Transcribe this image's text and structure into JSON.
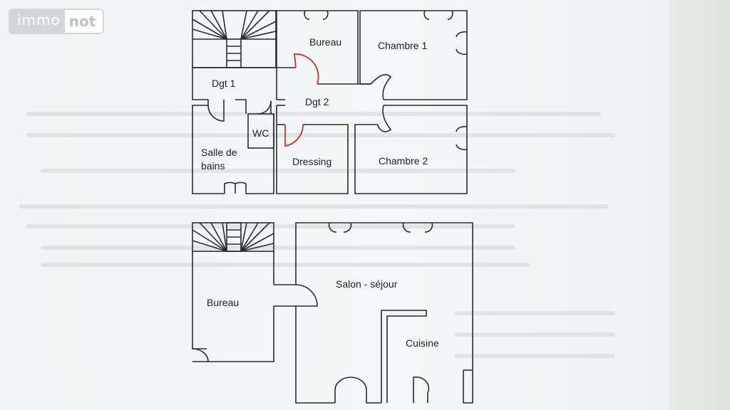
{
  "watermark": {
    "left": "immo",
    "right": "not"
  },
  "upper_floor": {
    "rooms": {
      "bureau": "Bureau",
      "chambre1": "Chambre 1",
      "dgt1": "Dgt 1",
      "dgt2": "Dgt 2",
      "wc": "WC",
      "salle_de_bains_line1": "Salle de",
      "salle_de_bains_line2": "bains",
      "dressing": "Dressing",
      "chambre2": "Chambre 2"
    }
  },
  "ground_floor": {
    "rooms": {
      "bureau": "Bureau",
      "salon_sejour": "Salon - séjour",
      "cuisine": "Cuisine"
    }
  },
  "colors": {
    "wall": "#2b2b2b",
    "highlight_door": "#c0392b",
    "paper": "#f3f5f6"
  }
}
